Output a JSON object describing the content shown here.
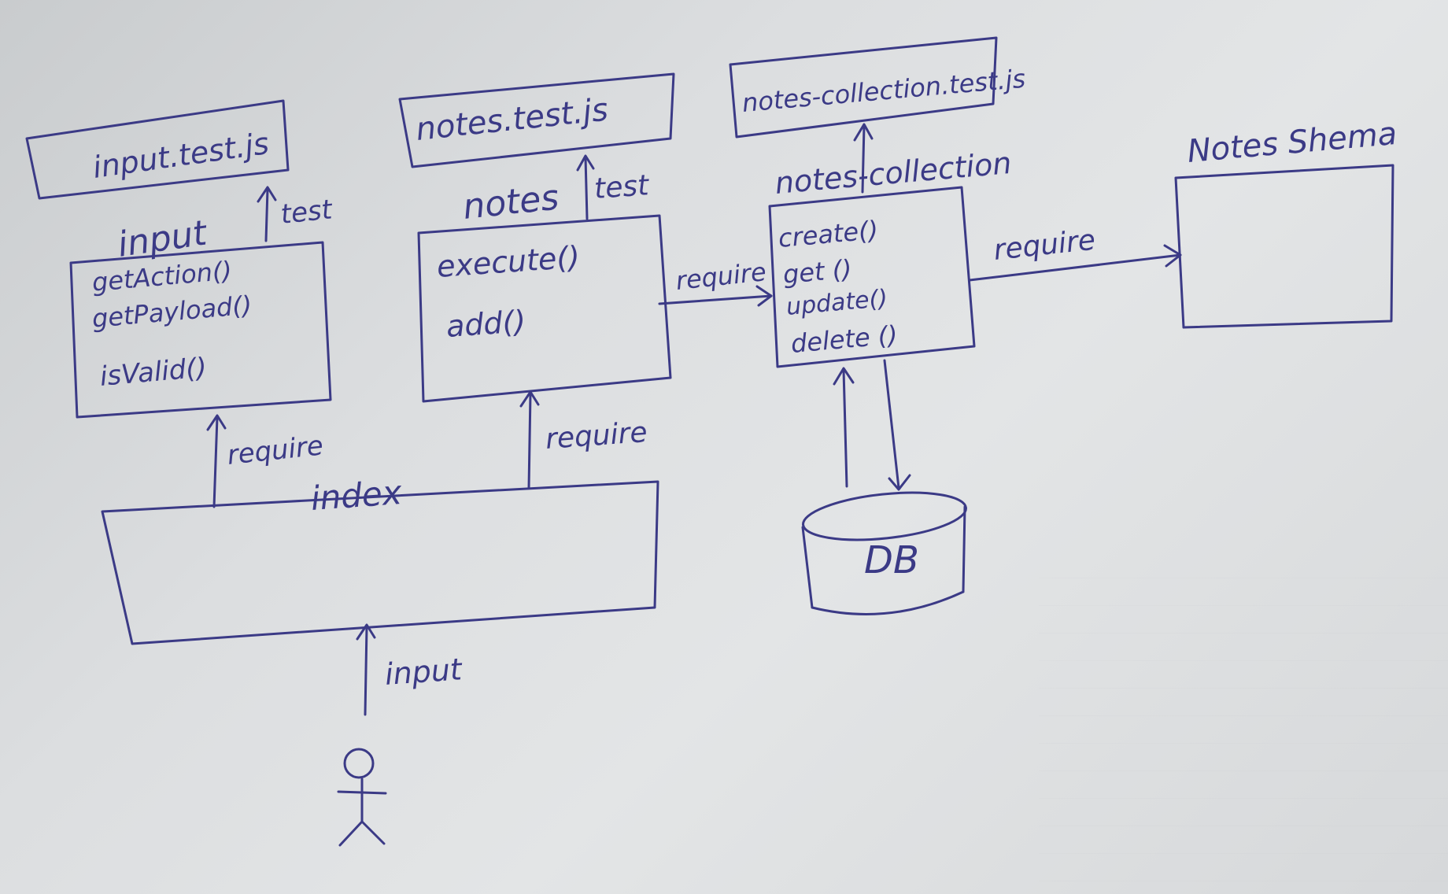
{
  "nodes": {
    "input_test": {
      "label": "input.test.js"
    },
    "notes_test": {
      "label": "notes.test.js"
    },
    "collection_test": {
      "label": "notes-collection.test.js"
    },
    "input": {
      "title": "input",
      "methods": [
        "getAction()",
        "getPayload()",
        "isValid()"
      ]
    },
    "notes": {
      "title": "notes",
      "methods": [
        "execute()",
        "add()"
      ]
    },
    "collection": {
      "title": "notes-collection",
      "methods": [
        "create()",
        "get ()",
        "update()",
        "delete ()"
      ]
    },
    "schema": {
      "title": "Notes Shema"
    },
    "index": {
      "title": "index"
    },
    "db": {
      "label": "DB"
    }
  },
  "edges": {
    "input_to_test": "test",
    "notes_to_test": "test",
    "index_to_input": "require",
    "index_to_notes": "require",
    "notes_to_collection": "require",
    "collection_to_schema": "require",
    "user_to_index": "input"
  },
  "colors": {
    "ink": "#3b3a86",
    "paper": "#dcdee0"
  }
}
